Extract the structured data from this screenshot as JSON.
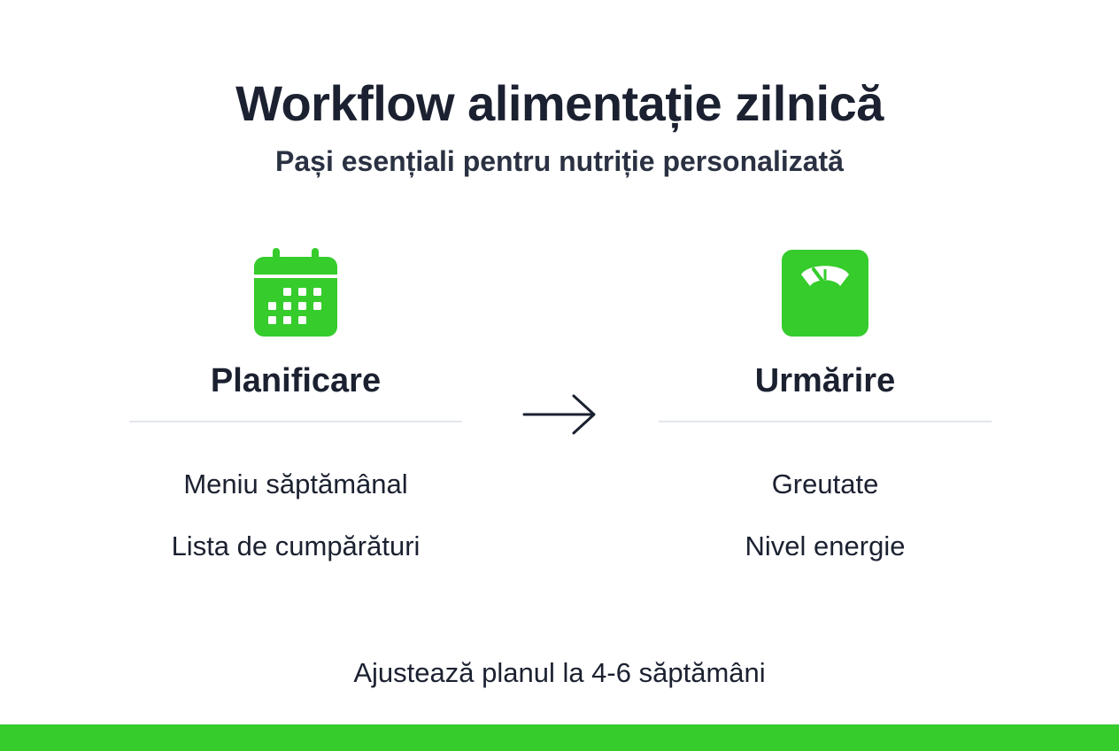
{
  "title": "Workflow alimentație zilnică",
  "subtitle": "Pași esențiali pentru nutriție personalizată",
  "colors": {
    "accent": "#35cc2c",
    "text": "#1b2130",
    "divider": "#e3e6ec"
  },
  "steps": [
    {
      "icon": "calendar-icon",
      "title": "Planificare",
      "items": [
        "Meniu săptămânal",
        "Lista de cumpărături"
      ]
    },
    {
      "icon": "scale-icon",
      "title": "Urmărire",
      "items": [
        "Greutate",
        "Nivel energie"
      ]
    }
  ],
  "connector_icon": "arrow-right-icon",
  "footer_note": "Ajustează planul la 4-6 săptămâni"
}
